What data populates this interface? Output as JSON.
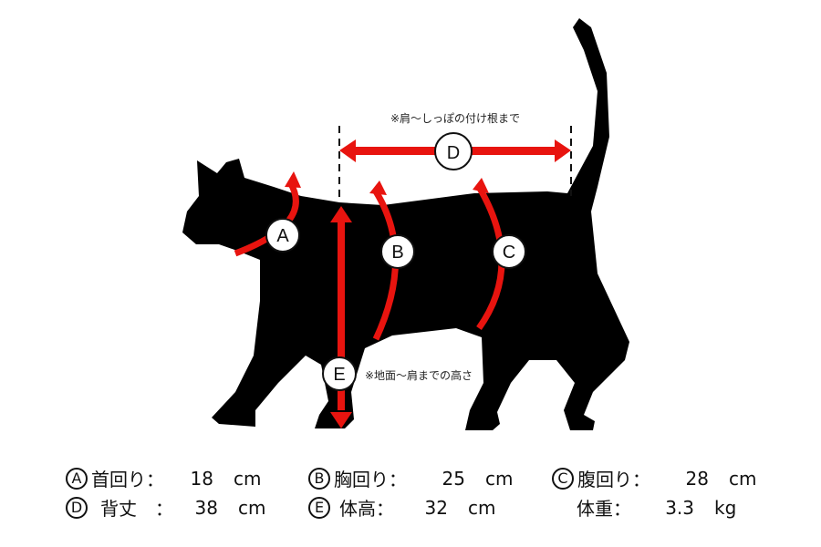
{
  "diagram": {
    "labels": {
      "a": "A",
      "b": "B",
      "c": "C",
      "d": "D",
      "e": "E"
    },
    "note_d": "※肩～しっぽの付け根まで",
    "note_e": "※地面～肩までの高さ",
    "colors": {
      "arrow": "#e8140f",
      "cat": "#000000"
    }
  },
  "measurements": [
    {
      "mark": "A",
      "label": "首回り：",
      "value": "18",
      "unit": "cm"
    },
    {
      "mark": "B",
      "label": "胸回り：",
      "value": "25",
      "unit": "cm"
    },
    {
      "mark": "C",
      "label": "腹回り：",
      "value": "28",
      "unit": "cm"
    },
    {
      "mark": "D",
      "label": "背丈　：",
      "value": "38",
      "unit": "cm"
    },
    {
      "mark": "E",
      "label": "体高：",
      "value": "32",
      "unit": "cm"
    },
    {
      "mark": "",
      "label": "体重：",
      "value": "3.3",
      "unit": "kg"
    }
  ]
}
